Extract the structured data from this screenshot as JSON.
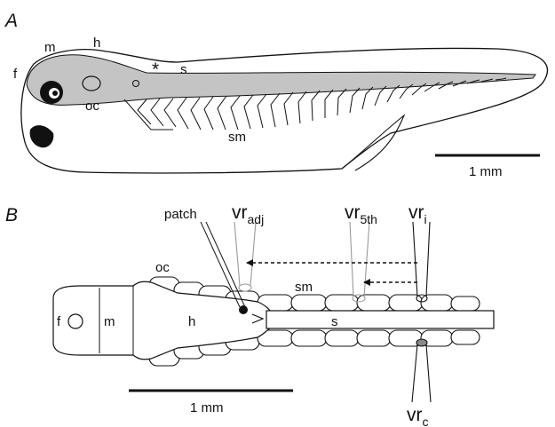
{
  "panels": {
    "a": {
      "label": "A",
      "labels": {
        "f": "f",
        "m": "m",
        "h": "h",
        "star": "*",
        "s": "s",
        "oc": "oc",
        "sm": "sm"
      },
      "scale_bar": "1 mm",
      "colors": {
        "grey_region": "#c4c4c4",
        "pigment": "#111111"
      }
    },
    "b": {
      "label": "B",
      "labels": {
        "patch": "patch",
        "vr_adj_base": "vr",
        "vr_adj_sub": "adj",
        "vr_5th_base": "vr",
        "vr_5th_sub": "5th",
        "vr_i_base": "vr",
        "vr_i_sub": "i",
        "vr_c_base": "vr",
        "vr_c_sub": "c",
        "oc": "oc",
        "sm": "sm",
        "f": "f",
        "m": "m",
        "h": "h",
        "s": "s",
        "arrowhead": ">"
      },
      "scale_bar": "1 mm"
    }
  }
}
